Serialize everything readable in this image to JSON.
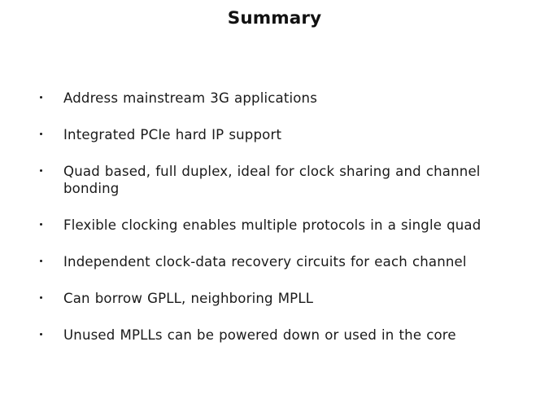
{
  "slide": {
    "title": "Summary",
    "background_color": "#ffffff",
    "text_color": "#1a1a1a",
    "title_color": "#111111",
    "bullet_marker_icon": "bullet-dot-icon",
    "bullets": [
      {
        "text": "Address mainstream 3G applications"
      },
      {
        "text": "Integrated PCIe hard IP support"
      },
      {
        "text": "Quad based, full duplex, ideal for clock sharing and channel bonding"
      },
      {
        "text": "Flexible clocking enables multiple protocols in a single quad"
      },
      {
        "text": "Independent clock-data recovery circuits for each channel"
      },
      {
        "text": "Can borrow GPLL, neighboring MPLL"
      },
      {
        "text": "Unused MPLLs can be powered down or used in the core"
      }
    ]
  }
}
